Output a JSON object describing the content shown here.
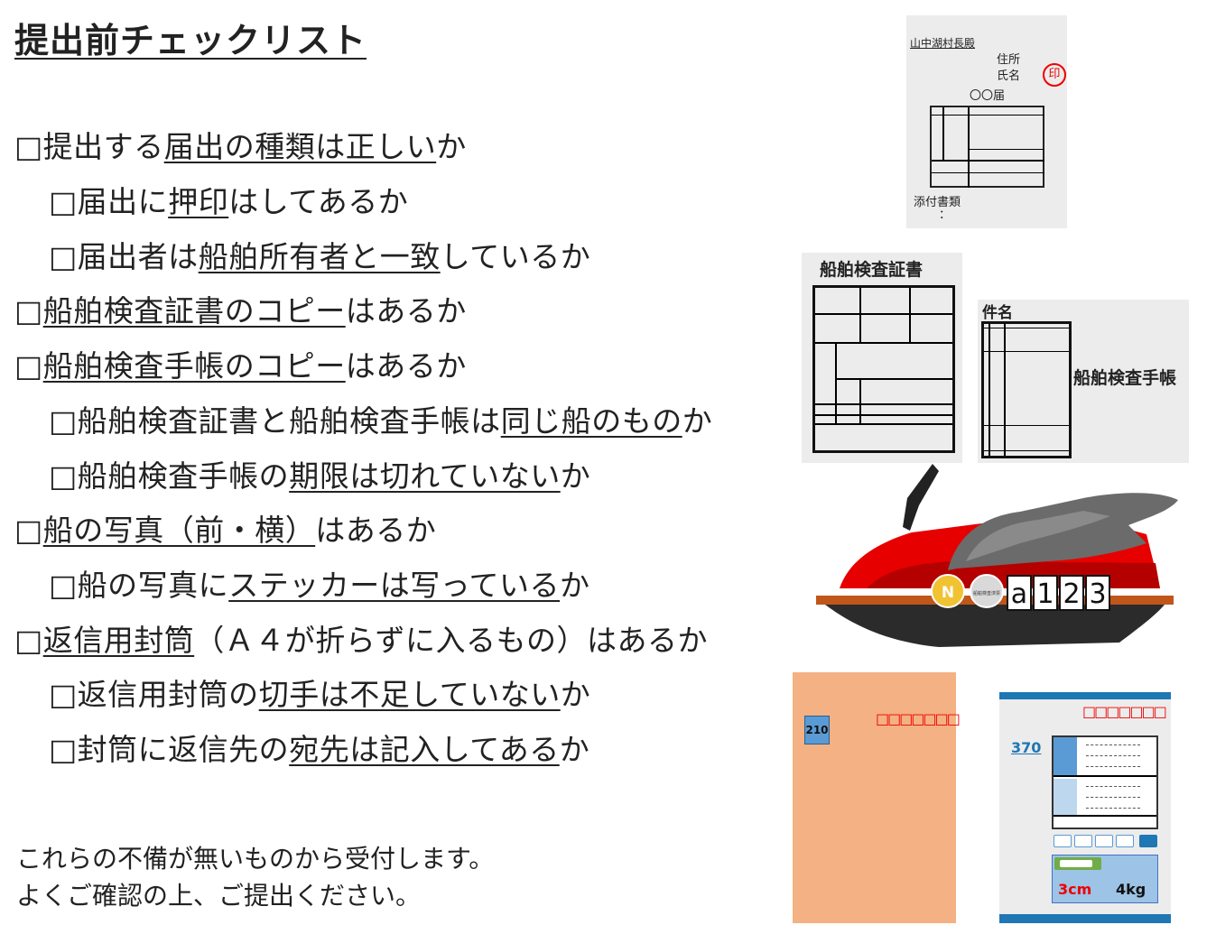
{
  "title": "提出前チェックリスト",
  "checklist": [
    {
      "level": 0,
      "parts": [
        {
          "t": "□提出する"
        },
        {
          "t": "届出の種類は正しい",
          "u": true
        },
        {
          "t": "か"
        }
      ]
    },
    {
      "level": 1,
      "parts": [
        {
          "t": "□届出に"
        },
        {
          "t": "押印",
          "u": true
        },
        {
          "t": "はしてあるか"
        }
      ]
    },
    {
      "level": 1,
      "parts": [
        {
          "t": "□届出者は"
        },
        {
          "t": "船舶所有者と一致",
          "u": true
        },
        {
          "t": "しているか"
        }
      ]
    },
    {
      "level": 0,
      "parts": [
        {
          "t": "□"
        },
        {
          "t": "船舶検査証書のコピー",
          "u": true
        },
        {
          "t": "はあるか"
        }
      ]
    },
    {
      "level": 0,
      "parts": [
        {
          "t": "□"
        },
        {
          "t": "船舶検査手帳のコピー",
          "u": true
        },
        {
          "t": "はあるか"
        }
      ]
    },
    {
      "level": 1,
      "parts": [
        {
          "t": "□船舶検査証書と船舶検査手帳は"
        },
        {
          "t": "同じ船のもの",
          "u": true
        },
        {
          "t": "か"
        }
      ]
    },
    {
      "level": 1,
      "parts": [
        {
          "t": "□船舶検査手帳の"
        },
        {
          "t": "期限は切れていない",
          "u": true
        },
        {
          "t": "か"
        }
      ]
    },
    {
      "level": 0,
      "parts": [
        {
          "t": "□"
        },
        {
          "t": "船の写真（前・横）",
          "u": true
        },
        {
          "t": "はあるか"
        }
      ]
    },
    {
      "level": 1,
      "parts": [
        {
          "t": "□船の写真に"
        },
        {
          "t": "ステッカーは写っている",
          "u": true
        },
        {
          "t": "か"
        }
      ]
    },
    {
      "level": 0,
      "parts": [
        {
          "t": "□"
        },
        {
          "t": "返信用封筒",
          "u": true
        },
        {
          "t": "（Ａ４が折らずに入るもの）はあるか"
        }
      ]
    },
    {
      "level": 1,
      "parts": [
        {
          "t": "□返信用封筒の"
        },
        {
          "t": "切手は不足していない",
          "u": true
        },
        {
          "t": "か"
        }
      ]
    },
    {
      "level": 1,
      "parts": [
        {
          "t": "□封筒に返信先の"
        },
        {
          "t": "宛先は記入してある",
          "u": true
        },
        {
          "t": "か"
        }
      ]
    }
  ],
  "footer": {
    "line1": "これらの不備が無いものから受付します。",
    "line2": "よくご確認の上、ご提出ください。"
  },
  "form_doc": {
    "addressee": "山中湖村長殿",
    "address": "住所",
    "name": "氏名",
    "seal": "印",
    "form_title": "〇〇届",
    "attachments": "添付書類",
    "dots": "："
  },
  "certificate": {
    "title": "船舶検査証書"
  },
  "notebook": {
    "subject": "件名",
    "title": "船舶検査手帳"
  },
  "boat": {
    "sticker_letter": "N",
    "sticker_small": "船舶検査済票",
    "registration": [
      "a",
      "1",
      "2",
      "3"
    ],
    "colors": {
      "hull": "#e60000",
      "seat": "#6b6b6b",
      "base": "#2b2b2b",
      "stripe": "#c0561a"
    }
  },
  "envelope_large": {
    "stamp": "210",
    "postal_boxes": "□□□□□□□",
    "color": "#f4b183"
  },
  "envelope_pack": {
    "stamp": "370",
    "postal_boxes": "□□□□□□□",
    "size_label": "3cm",
    "weight_label": "4kg"
  }
}
